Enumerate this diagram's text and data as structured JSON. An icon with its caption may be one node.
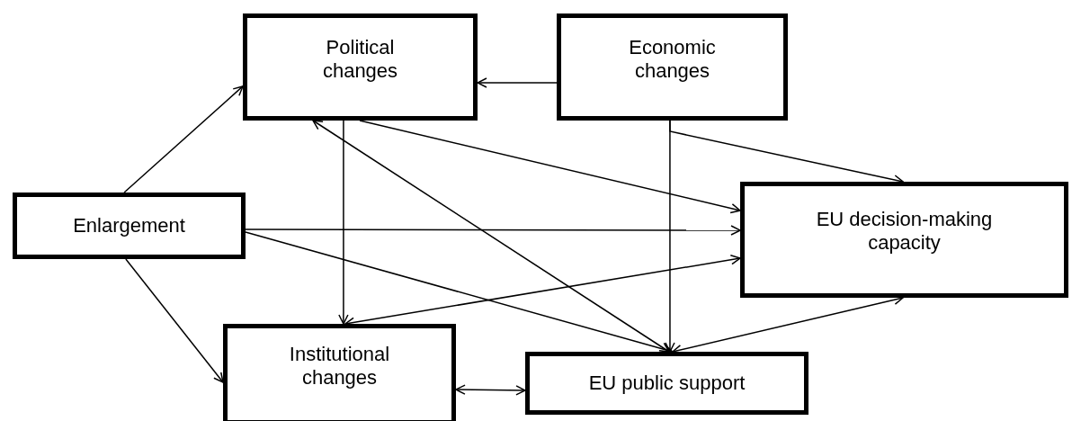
{
  "diagram": {
    "nodes": [
      {
        "text": [
          "Political changes"
        ]
      },
      {
        "text": [
          "Economic changes"
        ]
      },
      {
        "text": [
          "Enlargement"
        ]
      },
      {
        "text": [
          "EU decision-making capacity"
        ]
      },
      {
        "text": [
          "Institutional changes"
        ]
      },
      {
        "text": [
          "EU public support"
        ]
      }
    ],
    "edges": [
      {
        "from": 2,
        "to": 0,
        "arrow": "to"
      },
      {
        "from": 1,
        "to": 0,
        "arrow": "to"
      },
      {
        "from": 2,
        "to": 4,
        "arrow": "to"
      },
      {
        "from": 2,
        "to": 3,
        "arrow": "to"
      },
      {
        "from": 2,
        "to": 5,
        "arrow": "to"
      },
      {
        "from": 0,
        "to": 3,
        "arrow": "to"
      },
      {
        "from": 0,
        "to": 4,
        "arrow": "to"
      },
      {
        "from": 5,
        "to": 0,
        "arrow": "both"
      },
      {
        "from": 1,
        "to": 3,
        "arrow": "to"
      },
      {
        "from": 1,
        "to": 5,
        "arrow": "to"
      },
      {
        "from": 3,
        "to": 4,
        "arrow": "both"
      },
      {
        "from": 3,
        "to": 5,
        "arrow": "both"
      },
      {
        "from": 4,
        "to": 5,
        "arrow": "both"
      }
    ]
  }
}
